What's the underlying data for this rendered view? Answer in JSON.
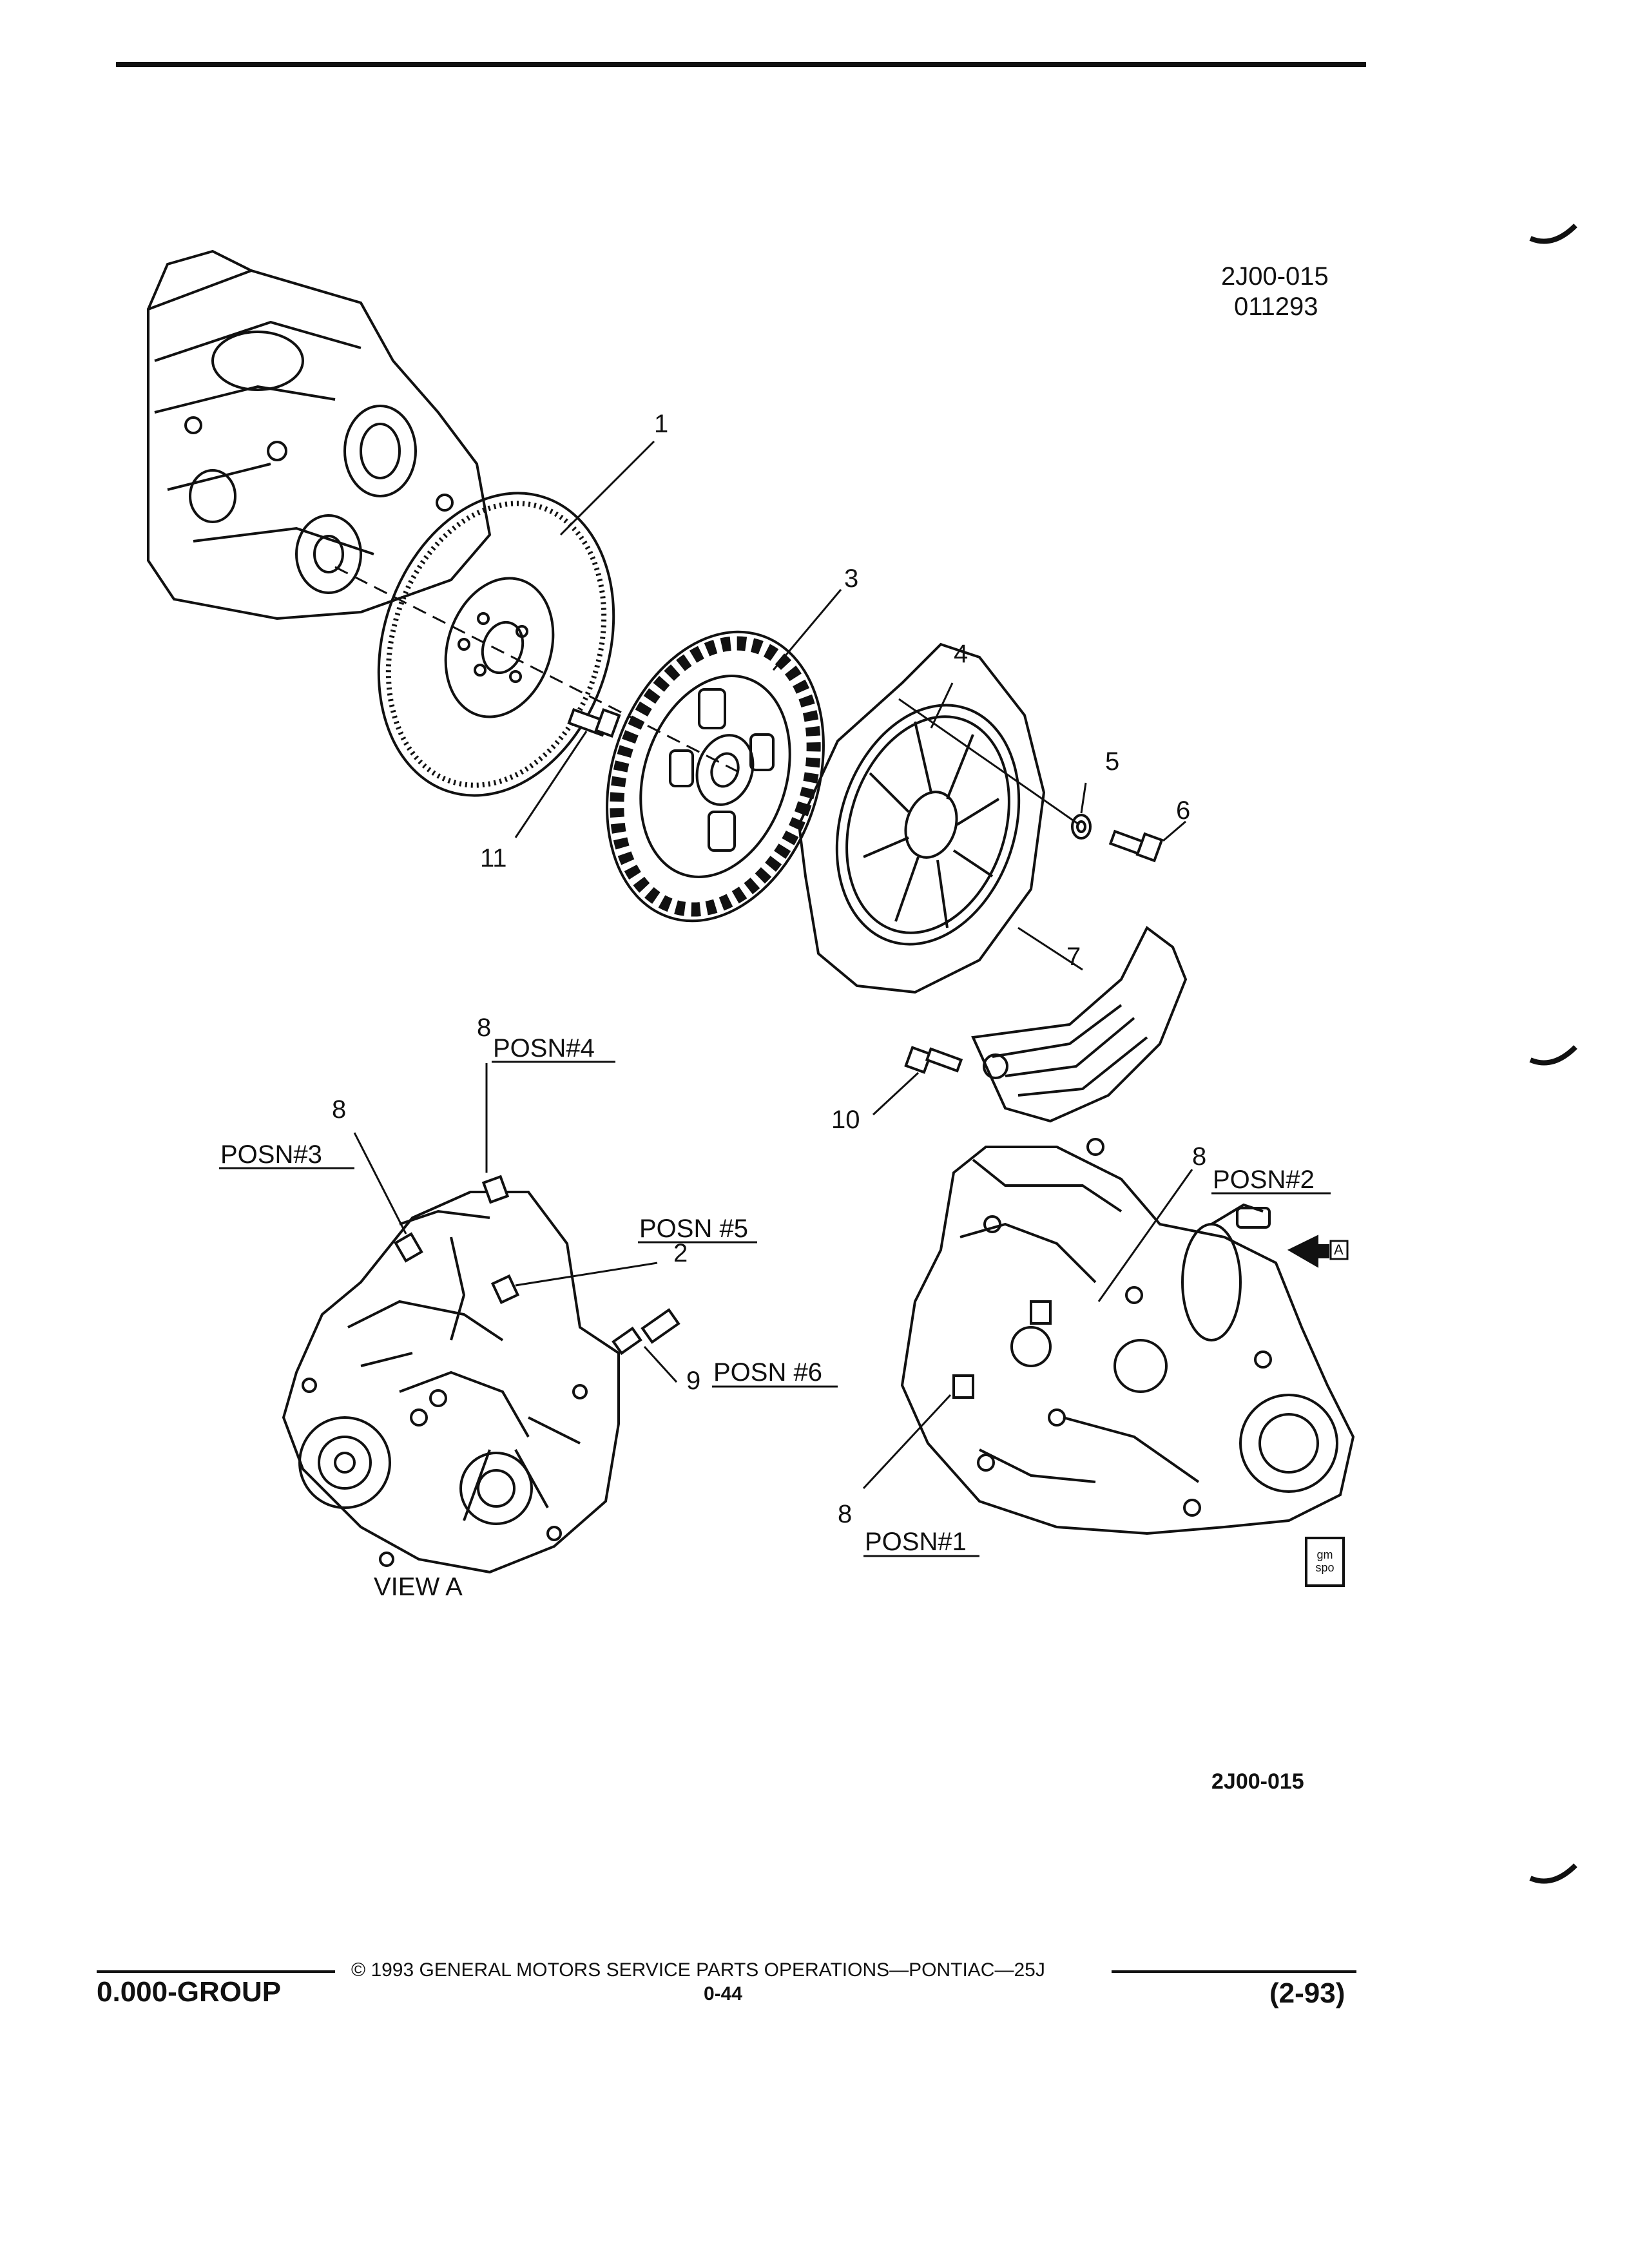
{
  "figure": {
    "code": "2J00-015",
    "date_code": "011293",
    "bottom_code": "2J00-015",
    "view_label": "VIEW A",
    "view_marker": "A",
    "logo_text": [
      "gm",
      "spo"
    ]
  },
  "callouts": {
    "n1": "1",
    "n2": "2",
    "n3": "3",
    "n4": "4",
    "n5": "5",
    "n6": "6",
    "n7": "7",
    "n8a": "8",
    "n8b": "8",
    "n8c": "8",
    "n8d": "8",
    "n9": "9",
    "n10": "10",
    "n11": "11"
  },
  "positions": {
    "p1": "POSN#1",
    "p2": "POSN#2",
    "p3": "POSN#3",
    "p4": "POSN#4",
    "p5": "POSN #5",
    "p6": "POSN #6"
  },
  "footer": {
    "copyright": "© 1993 GENERAL MOTORS SERVICE PARTS OPERATIONS—PONTIAC—25J",
    "group": "0.000-GROUP",
    "page": "0-44",
    "revision": "(2-93)"
  }
}
